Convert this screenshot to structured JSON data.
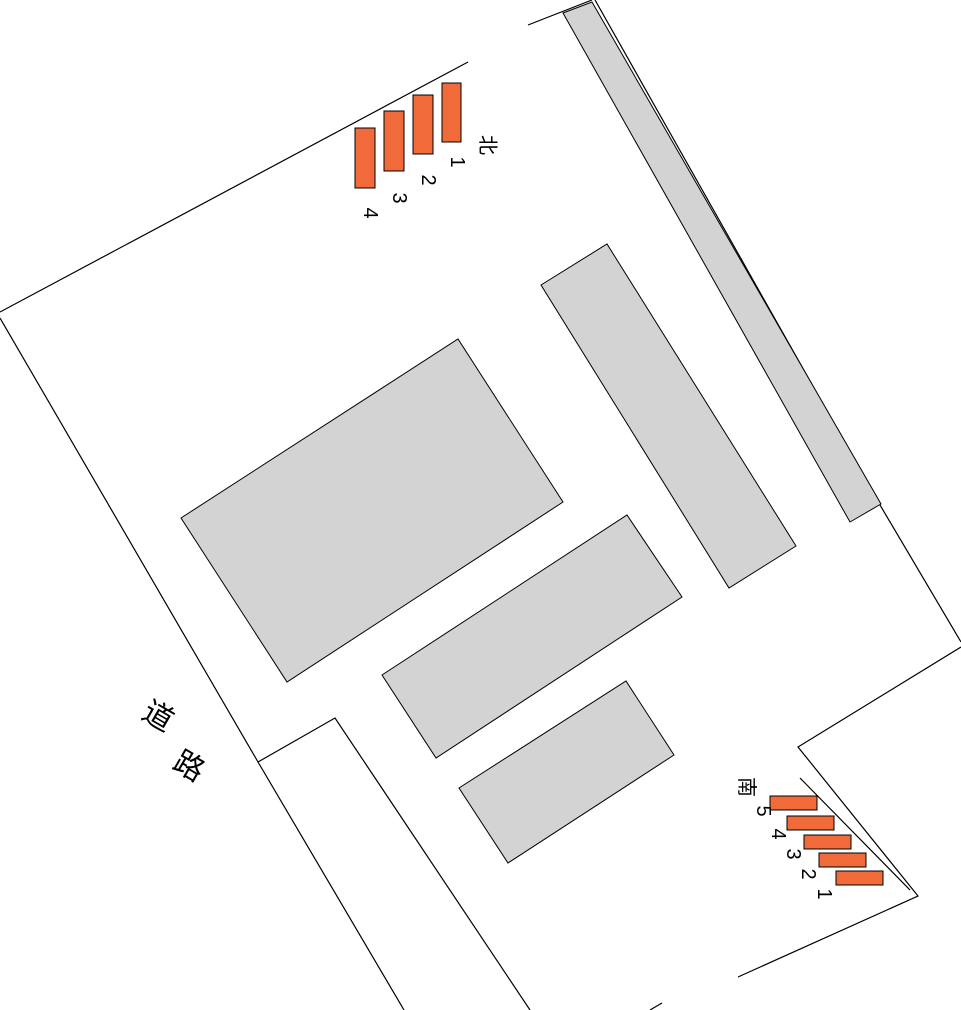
{
  "road": {
    "label_chars": [
      "道",
      "路"
    ]
  },
  "north_parking": {
    "direction_label": "北",
    "slot_numbers": [
      "1",
      "2",
      "3",
      "4"
    ]
  },
  "south_parking": {
    "direction_label": "南",
    "slot_numbers": [
      "5",
      "4",
      "3",
      "2",
      "1"
    ]
  },
  "colors": {
    "building_fill": "#d3d3d3",
    "slot_fill": "#f06a3a",
    "line": "#000000",
    "background": "#ffffff"
  },
  "buildings": [
    "main-block",
    "east-long-block",
    "middle-block",
    "south-small-block",
    "east-strip"
  ]
}
